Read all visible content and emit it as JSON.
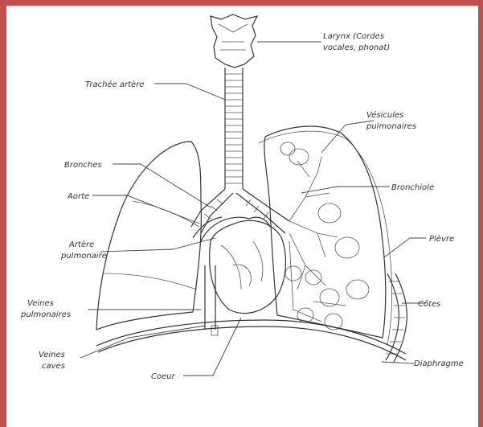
{
  "labels": {
    "larynx": [
      "Larynx (Cordes",
      "vocales, phonat)"
    ],
    "trachee": "Trachée artère",
    "vesicules": [
      "Vésicules",
      "pulmonaires"
    ],
    "bronches": "Bronches",
    "bronchiole": "Bronchiole",
    "aorte": "Aorte",
    "artere": [
      "Artère",
      "pulmonaire"
    ],
    "plevre": "Plèvre",
    "veines_pulm": [
      "Veines",
      "pulmonaires"
    ],
    "cotes": "Côtes",
    "veines_caves": [
      "Veines",
      "caves"
    ],
    "coeur": "Coeur",
    "diaphragme": "Diaphragme"
  },
  "colors": {
    "border": "#c0504d",
    "ink": "#333333"
  }
}
